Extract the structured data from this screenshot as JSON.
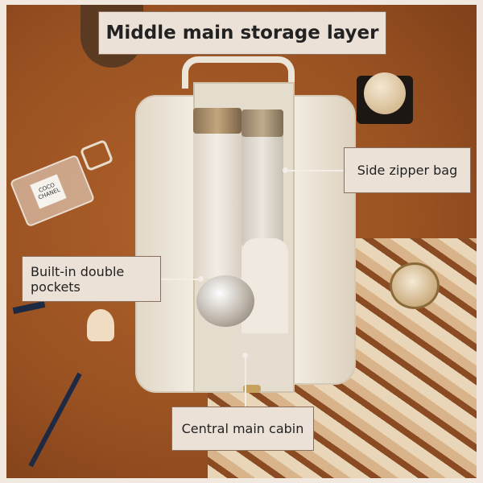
{
  "title": "Middle main storage layer",
  "labels": {
    "side": "Side zipper bag",
    "pockets": "Built-in double pockets",
    "cabin": "Central main cabin"
  },
  "perfume_label": {
    "line1": "COCO",
    "line2": "CHANEL"
  },
  "colors": {
    "background": "#9a5222",
    "label_bg": "#ece1d6",
    "bag": "#ece4d6"
  }
}
